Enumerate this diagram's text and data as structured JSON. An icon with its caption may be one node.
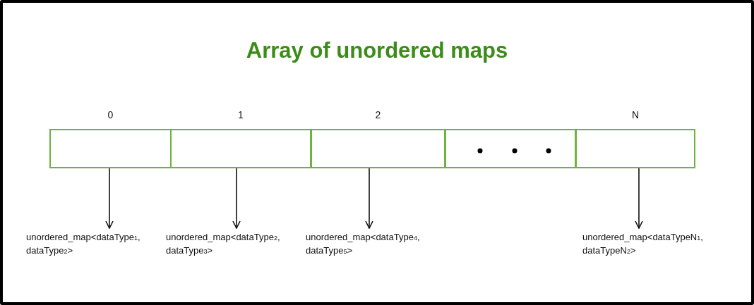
{
  "diagram": {
    "title": "Array of unordered maps",
    "nodes": [
      {
        "text": [],
        "shape": "box",
        "beside": [
          "0"
        ]
      },
      {
        "text": [],
        "shape": "box",
        "beside": [
          "1"
        ]
      },
      {
        "text": [],
        "shape": "box",
        "beside": [
          "2"
        ]
      },
      {
        "text": [],
        "shape": "box"
      },
      {
        "text": [],
        "shape": "box",
        "beside": [
          "N"
        ]
      },
      {
        "text": [
          "unordered_map<dataType$_{1}$, dataType$_{2}$>"
        ]
      },
      {
        "text": [
          "unordered_map<dataType$_{2}$, dataType$_{3}$>"
        ]
      },
      {
        "text": [
          "unordered_map<dataType$_{4}$, dataType$_{5}$>"
        ]
      },
      {
        "text": [
          "unordered_map<dataTypeN$_{1}$, dataTypeN$_{2}$>"
        ]
      }
    ],
    "edges": [
      {
        "from": 0,
        "to": 5,
        "arrow": "to"
      },
      {
        "from": 1,
        "to": 6,
        "arrow": "to"
      },
      {
        "from": 2,
        "to": 7,
        "arrow": "to"
      },
      {
        "from": 4,
        "to": 8,
        "arrow": "to"
      }
    ]
  }
}
